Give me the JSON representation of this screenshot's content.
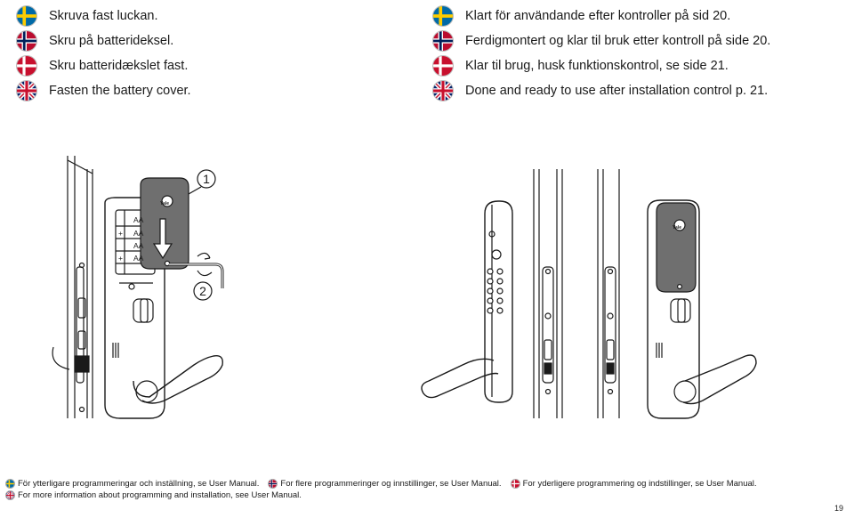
{
  "instructions_left": [
    {
      "flag": "swedish-flag-icon",
      "text": "Skruva fast luckan."
    },
    {
      "flag": "norwegian-flag-icon",
      "text": "Skru på batterideksel."
    },
    {
      "flag": "danish-flag-icon",
      "text": "Skru batteridækslet fast."
    },
    {
      "flag": "uk-flag-icon",
      "text": "Fasten the battery cover."
    }
  ],
  "instructions_right": [
    {
      "flag": "swedish-flag-icon",
      "text": "Klart för användande efter kontroller på sid 20."
    },
    {
      "flag": "norwegian-flag-icon",
      "text": "Ferdigmontert og klar til bruk etter kontroll på side 20."
    },
    {
      "flag": "danish-flag-icon",
      "text": "Klar til brug, husk funktionskontrol, se side 21."
    },
    {
      "flag": "uk-flag-icon",
      "text": "Done and ready to use after installation control p. 21."
    }
  ],
  "illustration": {
    "step_1": "1",
    "step_2": "2",
    "brand": "Yale",
    "battery_labels": [
      "AA",
      "AA",
      "AA",
      "AA"
    ],
    "battery_signs": [
      "+",
      "+"
    ]
  },
  "footer": {
    "se": "För ytterligare programmeringar och inställning, se User Manual.",
    "no": "For flere programmeringer og innstillinger, se User Manual.",
    "dk": "For yderligere programmering og indstillinger, se User Manual.",
    "uk": "For more information about programming and installation, see User Manual."
  },
  "page_number": "19",
  "colors": {
    "sweden_blue": "#006AA7",
    "sweden_yellow": "#FECC00",
    "norway_red": "#BA0C2F",
    "norway_blue": "#00205B",
    "denmark_red": "#C8102E",
    "uk_blue": "#012169",
    "uk_red": "#C8102E",
    "cover_grey": "#6f6f6f"
  }
}
